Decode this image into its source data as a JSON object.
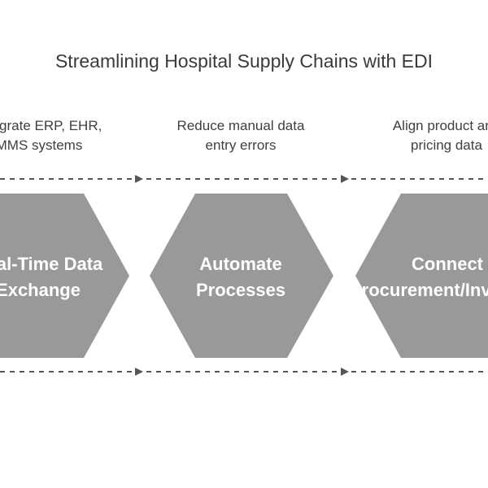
{
  "title": "Streamlining Hospital Supply Chains with EDI",
  "colors": {
    "hexagon": "#999999",
    "text_on_hex": "#ffffff",
    "title_text": "#3a3a3a",
    "connector": "#555555"
  },
  "steps": [
    {
      "label_lines": [
        "Real-Time Data",
        "Exchange"
      ],
      "description_lines": [
        "Integrate ERP, EHR,",
        "MMS systems"
      ]
    },
    {
      "label_lines": [
        "Automate",
        "Processes"
      ],
      "description_lines": [
        "Reduce manual data",
        "entry errors"
      ]
    },
    {
      "label_lines": [
        "Connect",
        "Procurement/Inventory"
      ],
      "description_lines": [
        "Align product and",
        "pricing data"
      ]
    }
  ]
}
